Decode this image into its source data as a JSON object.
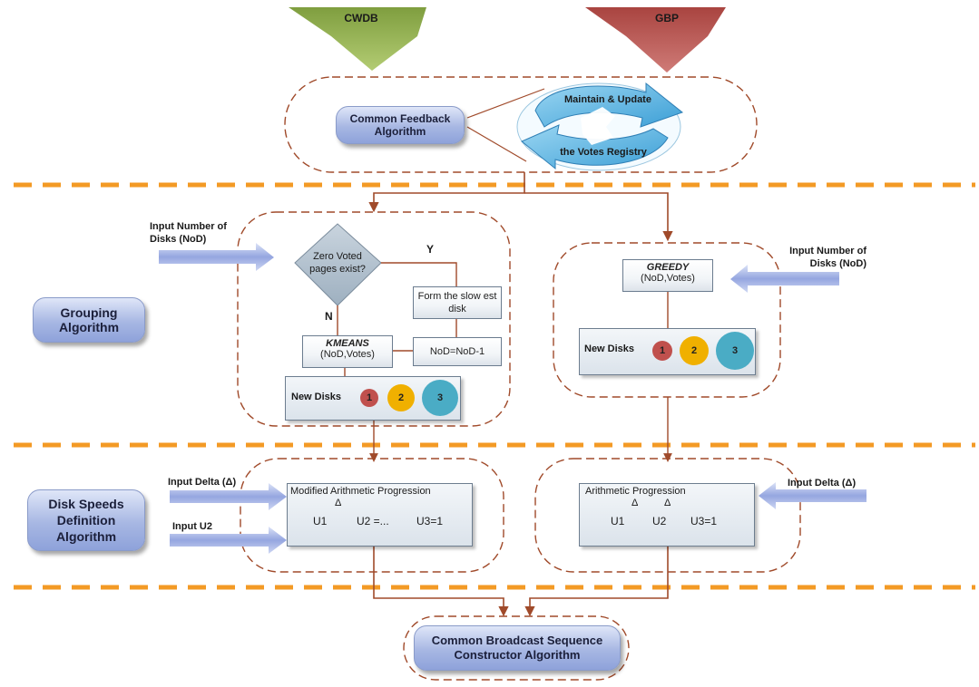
{
  "inputs": {
    "cwdb": "CWDB",
    "gbp": "GBP"
  },
  "feedback": {
    "common_feedback": "Common Feedback Algorithm",
    "maintain": "Maintain & Update",
    "votes_registry": "the Votes Registry"
  },
  "grouping": {
    "label": "Grouping Algorithm",
    "left_input": "Input Number of Disks (NoD)",
    "right_input": "Input Number of Disks (NoD)",
    "decision": "Zero Voted pages exist?",
    "yes": "Y",
    "no": "N",
    "form_slowest": "Form the slow est disk",
    "nod_decrement": "NoD=NoD-1",
    "kmeans_title": "KMEANS",
    "kmeans_args": "(NoD,Votes)",
    "greedy_title": "GREEDY",
    "greedy_args": "(NoD,Votes)",
    "new_disks_left": "New Disks",
    "new_disks_right": "New Disks",
    "disk_labels": [
      "1",
      "2",
      "3"
    ]
  },
  "speeds": {
    "label": "Disk Speeds Definition Algorithm",
    "input_delta_left": "Input Delta (Δ)",
    "input_u2": "Input U2",
    "input_delta_right": "Input  Delta (Δ)",
    "modified_title": "Modified Arithmetic Progression",
    "arith_title": "Arithmetic Progression",
    "delta_symbol": "Δ",
    "u1": "U1",
    "u2_eq": "U2 =...",
    "u2": "U2",
    "u3": "U3=1"
  },
  "output": {
    "label": "Common Broadcast Sequence Constructor Algorithm"
  },
  "colors": {
    "separator": "#f39a25",
    "connector": "#a04a2a",
    "cwdb": "#95b24f",
    "gbp": "#b55a55",
    "arrow_fill": "#98a8e0",
    "disk_1": "#c0504d",
    "disk_2": "#f0b000",
    "disk_3": "#4aacc5",
    "cycle": "#58b4e3"
  }
}
